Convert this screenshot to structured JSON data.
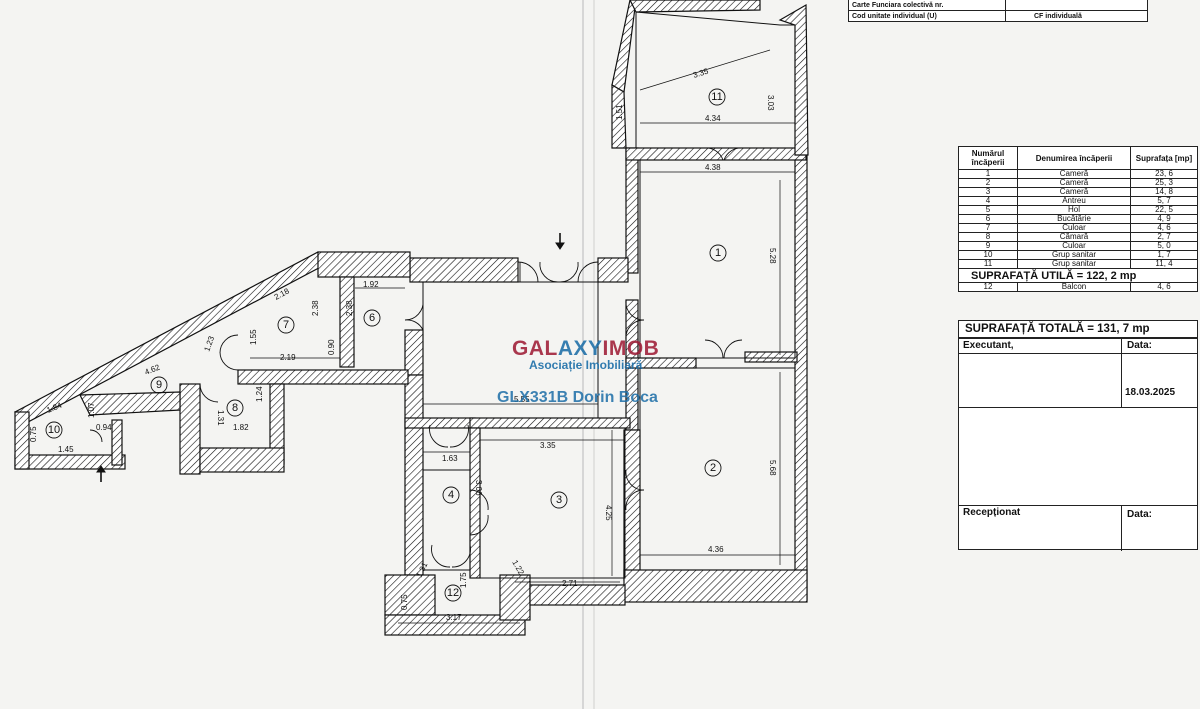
{
  "header_table": {
    "row1_label": "Carte Funciara colectivă nr.",
    "row2_label": "Cod unitate individual (U)",
    "row2_value": "CF individuală"
  },
  "room_table": {
    "headers": {
      "num": "Numărul încăperii",
      "name": "Denumirea încăperii",
      "area": "Suprafața [mp]"
    },
    "rows": [
      {
        "num": "1",
        "name": "Cameră",
        "area": "23, 6"
      },
      {
        "num": "2",
        "name": "Cameră",
        "area": "25, 3"
      },
      {
        "num": "3",
        "name": "Cameră",
        "area": "14, 8"
      },
      {
        "num": "4",
        "name": "Antreu",
        "area": "5, 7"
      },
      {
        "num": "5",
        "name": "Hol",
        "area": "22, 5"
      },
      {
        "num": "6",
        "name": "Bucătărie",
        "area": "4, 9"
      },
      {
        "num": "7",
        "name": "Culoar",
        "area": "4, 6"
      },
      {
        "num": "8",
        "name": "Cămară",
        "area": "2, 7"
      },
      {
        "num": "9",
        "name": "Culoar",
        "area": "5, 0"
      },
      {
        "num": "10",
        "name": "Grup sanitar",
        "area": "1, 7"
      },
      {
        "num": "11",
        "name": "Grup sanitar",
        "area": "11, 4"
      }
    ],
    "useful_area": "SUPRAFAȚĂ  UTILĂ = 122, 2 mp",
    "balcony": {
      "num": "12",
      "name": "Balcon",
      "area": "4, 6"
    }
  },
  "total_area": "SUPRAFAȚĂ  TOTALĂ = 131, 7 mp",
  "executant": {
    "label": "Executant,",
    "date_label": "Data:",
    "date_value": "18.03.2025"
  },
  "receptionat": {
    "label": "Recepționat",
    "date_label": "Data:"
  },
  "watermark": {
    "brand_part1": "GAL",
    "brand_part2": "AXY",
    "brand_part3": "IMOB",
    "subtitle": "Asociație Imobiliară",
    "code": "GLX331B Dorin Boca"
  },
  "plan": {
    "room_numbers": [
      "1",
      "2",
      "3",
      "4",
      "6",
      "7",
      "8",
      "9",
      "10",
      "11",
      "12"
    ],
    "dimensions": [
      "3.35",
      "3.03",
      "1.51",
      "4.34",
      "4.38",
      "5.28",
      "1.92",
      "2.18",
      "2.38",
      "2.38",
      "1.55",
      "1.23",
      "0.90",
      "2.19",
      "4.62",
      "1.84",
      "1.07",
      "0.94",
      "0.75",
      "1.45",
      "1.31",
      "1.82",
      "1.24",
      "5.55",
      "3.35",
      "1.63",
      "3.06",
      "4.25",
      "5.68",
      "4.36",
      "1.22",
      "2.71",
      "1.31",
      "1.75",
      "0.75",
      "3.17"
    ]
  }
}
